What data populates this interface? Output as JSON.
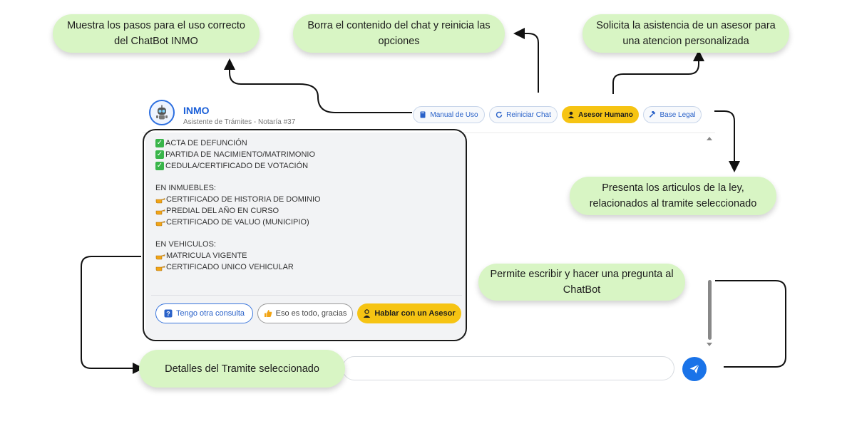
{
  "callouts": {
    "manual": "Muestra los pasos para el uso correcto del ChatBot INMO",
    "reset": "Borra el contenido del chat y reinicia las opciones",
    "advisor": "Solicita la asistencia de un asesor para una atencion personalizada",
    "legal": "Presenta los articulos de la ley, relacionados al tramite seleccionado",
    "input": "Permite escribir y hacer una pregunta al ChatBot",
    "details": "Detalles del Tramite seleccionado"
  },
  "header": {
    "title": "INMO",
    "subtitle": "Asistente de Trámites - Notaría #37",
    "buttons": {
      "manual": "Manual de Uso",
      "reset": "Reiniciar Chat",
      "advisor": "Asesor Humano",
      "legal": "Base Legal"
    }
  },
  "message": {
    "docs": [
      "ACTA DE DEFUNCIÓN",
      "PARTIDA DE NACIMIENTO/MATRIMONIO",
      "CEDULA/CERTIFICADO DE VOTACIÓN"
    ],
    "inmuebles_title": "EN INMUEBLES:",
    "inmuebles": [
      "CERTIFICADO DE HISTORIA DE DOMINIO",
      "PREDIAL DEL AÑO EN CURSO",
      "CERTIFICADO DE VALUO (MUNICIPIO)"
    ],
    "vehiculos_title": "EN VEHICULOS:",
    "vehiculos": [
      "MATRICULA VIGENTE",
      "CERTIFICADO UNICO VEHICULAR"
    ]
  },
  "quick_replies": {
    "other": "Tengo otra consulta",
    "done": "Eso es todo, gracias",
    "advisor": "Hablar con un Asesor"
  },
  "input": {
    "value": "",
    "placeholder": ""
  },
  "colors": {
    "accent": "#1a73e8",
    "advisor": "#f6c413",
    "callout": "#d8f5c4",
    "check": "#39b54a"
  }
}
